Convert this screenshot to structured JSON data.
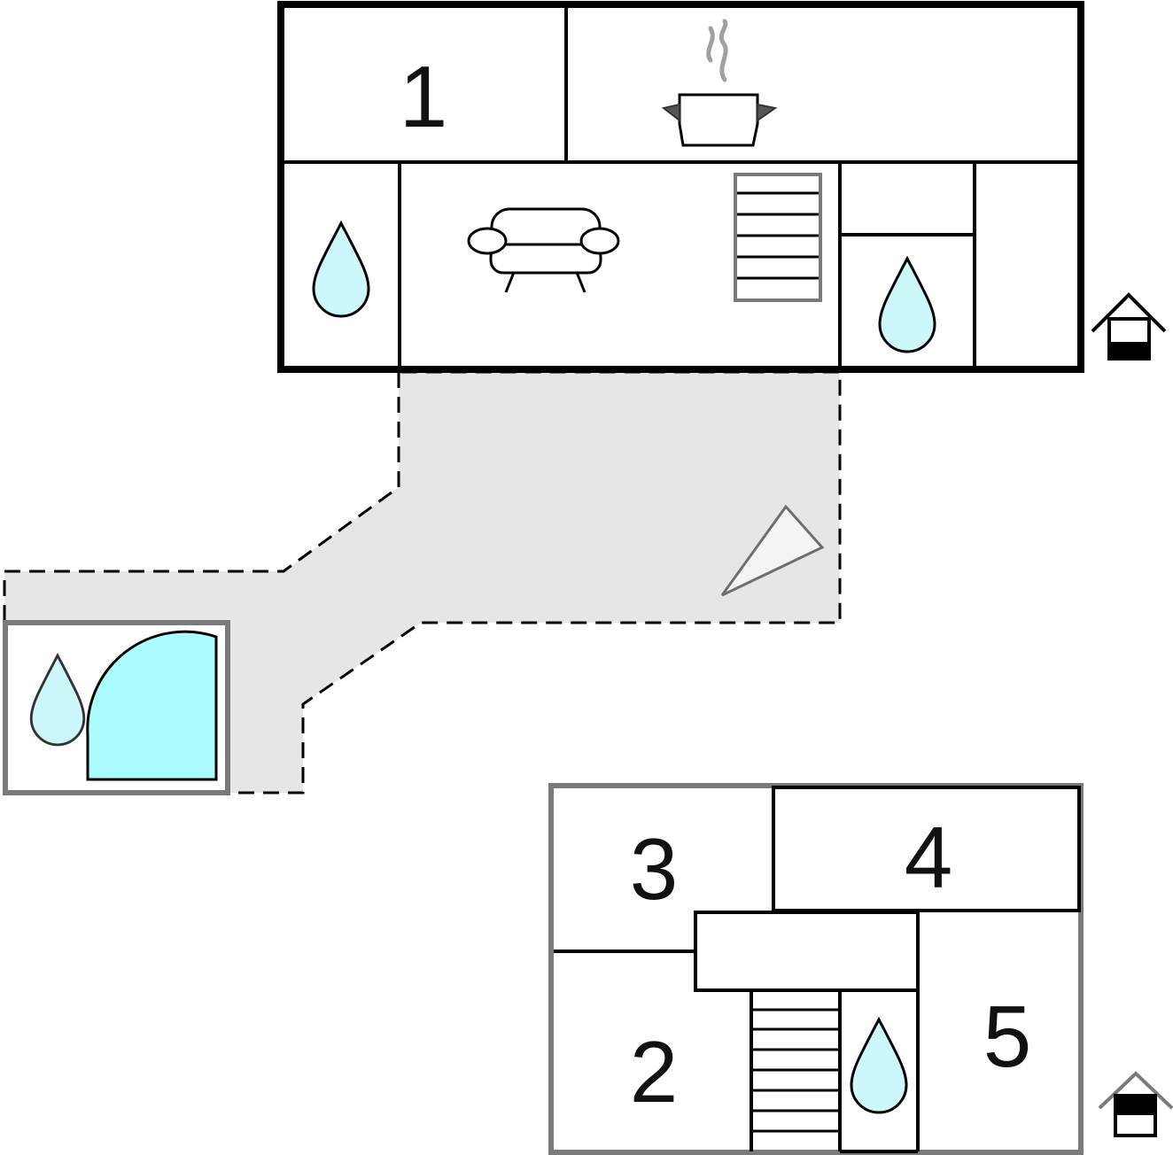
{
  "floor_plan": {
    "ground_floor": {
      "room_1": "1",
      "icons": [
        "kitchen-pot-icon",
        "sofa-icon",
        "stairs-icon",
        "bathroom-drop-icon",
        "bathroom-drop-icon",
        "house-ground-floor-icon"
      ]
    },
    "terrace": {
      "icons": [
        "terrace-parasol-icon"
      ]
    },
    "annex": {
      "icons": [
        "bathroom-drop-icon",
        "shower-icon"
      ]
    },
    "upper_floor": {
      "room_2": "2",
      "room_3": "3",
      "room_4": "4",
      "room_5": "5",
      "icons": [
        "stairs-icon",
        "bathroom-drop-icon",
        "house-upper-floor-icon"
      ]
    }
  },
  "colors": {
    "wall": "#000000",
    "wall_grey": "#808080",
    "terrace_fill": "#e6e6e6",
    "water": "#ccf7fb",
    "shower": "#aafcff",
    "steam": "#a0a0a0"
  }
}
